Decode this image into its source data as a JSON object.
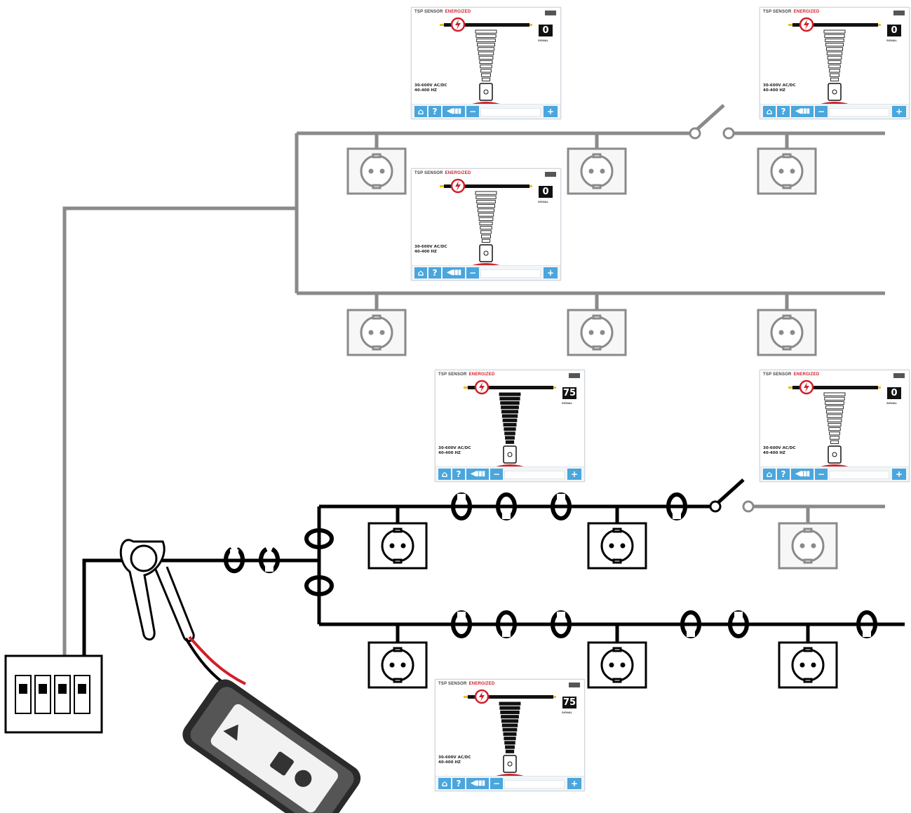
{
  "panels": [
    {
      "status_prefix": "TSP SENSOR",
      "status": "ENERGIZED",
      "signal_value": "0",
      "signal_label": "SIGNAL",
      "range_line1": "30-600V AC/DC",
      "range_line2": "40-400 HZ",
      "active": false
    },
    {
      "status_prefix": "TSP SENSOR",
      "status": "ENERGIZED",
      "signal_value": "0",
      "signal_label": "SIGNAL",
      "range_line1": "30-600V AC/DC",
      "range_line2": "40-400 HZ",
      "active": false
    },
    {
      "status_prefix": "TSP SENSOR",
      "status": "ENERGIZED",
      "signal_value": "0",
      "signal_label": "SIGNAL",
      "range_line1": "30-600V AC/DC",
      "range_line2": "40-400 HZ",
      "active": false
    },
    {
      "status_prefix": "TSP SENSOR",
      "status": "ENERGIZED",
      "signal_value": "75",
      "signal_label": "SIGNAL",
      "range_line1": "30-600V AC/DC",
      "range_line2": "40-400 HZ",
      "active": true
    },
    {
      "status_prefix": "TSP SENSOR",
      "status": "ENERGIZED",
      "signal_value": "0",
      "signal_label": "SIGNAL",
      "range_line1": "30-600V AC/DC",
      "range_line2": "40-400 HZ",
      "active": false
    },
    {
      "status_prefix": "TSP SENSOR",
      "status": "ENERGIZED",
      "signal_value": "75",
      "signal_label": "SIGNAL",
      "range_line1": "30-600V AC/DC",
      "range_line2": "40-400 HZ",
      "active": true
    }
  ],
  "toolbar": {
    "home_icon": "home-icon",
    "help_label": "?",
    "volume_icon": "speaker-icon",
    "minus_label": "−",
    "plus_label": "+"
  },
  "colors": {
    "accent_red": "#d0202a",
    "toolbar_blue": "#4aa6dc",
    "passive_wire": "#8a8a8a",
    "active_wire": "#000000"
  }
}
